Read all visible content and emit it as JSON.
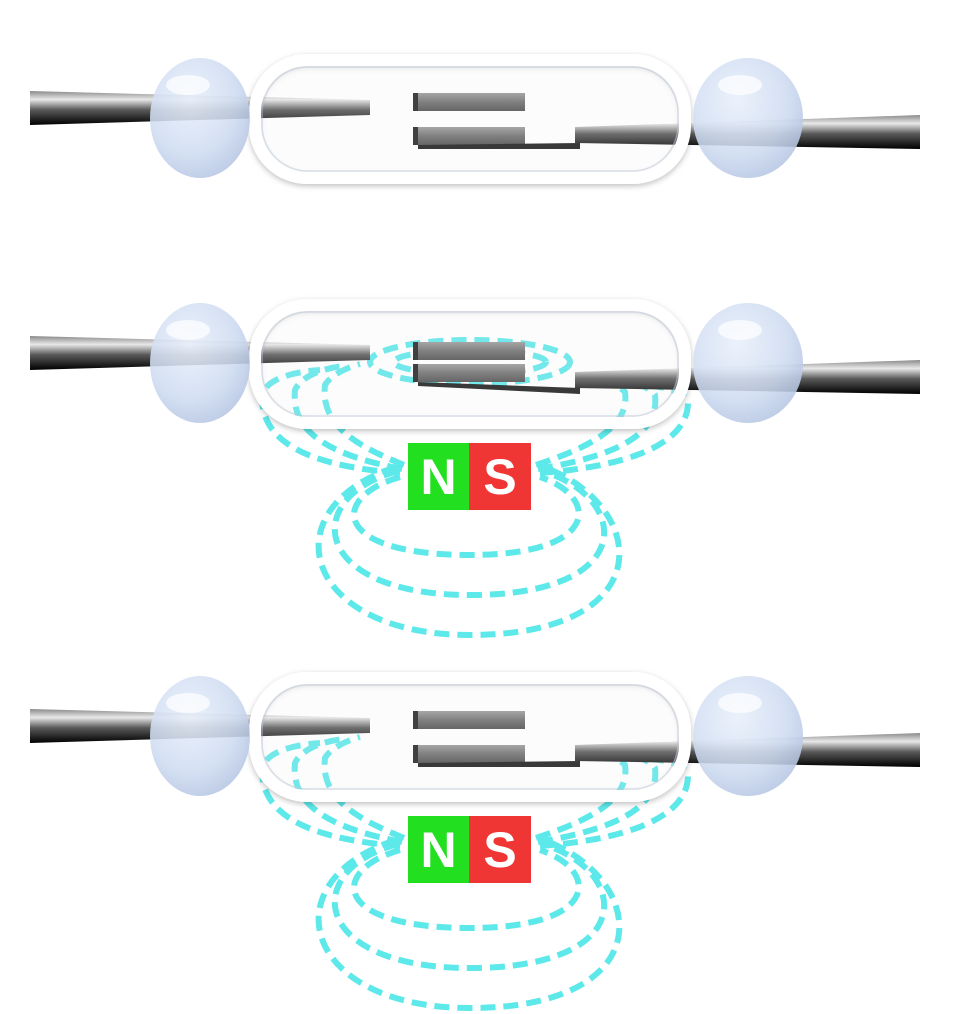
{
  "diagram": {
    "panels": [
      {
        "id": "open-no-magnet",
        "magnet": false,
        "contacts": "open",
        "field_near_contacts": false
      },
      {
        "id": "closed-with-magnet",
        "magnet": true,
        "contacts": "closed",
        "field_near_contacts": true
      },
      {
        "id": "open-with-magnet",
        "magnet": true,
        "contacts": "open",
        "field_near_contacts": false
      }
    ],
    "magnet": {
      "north_label": "N",
      "south_label": "S",
      "north_color": "#22e01f",
      "south_color": "#f03535"
    },
    "colors": {
      "field_lines": "#5de8ea",
      "glass_outline": "#ffffff",
      "glass_bead": "#c9d8ef",
      "lead_wire_dark": "#111111",
      "lead_wire_light": "#d0d0d0",
      "reed_contact": "#6b6b6b"
    }
  }
}
